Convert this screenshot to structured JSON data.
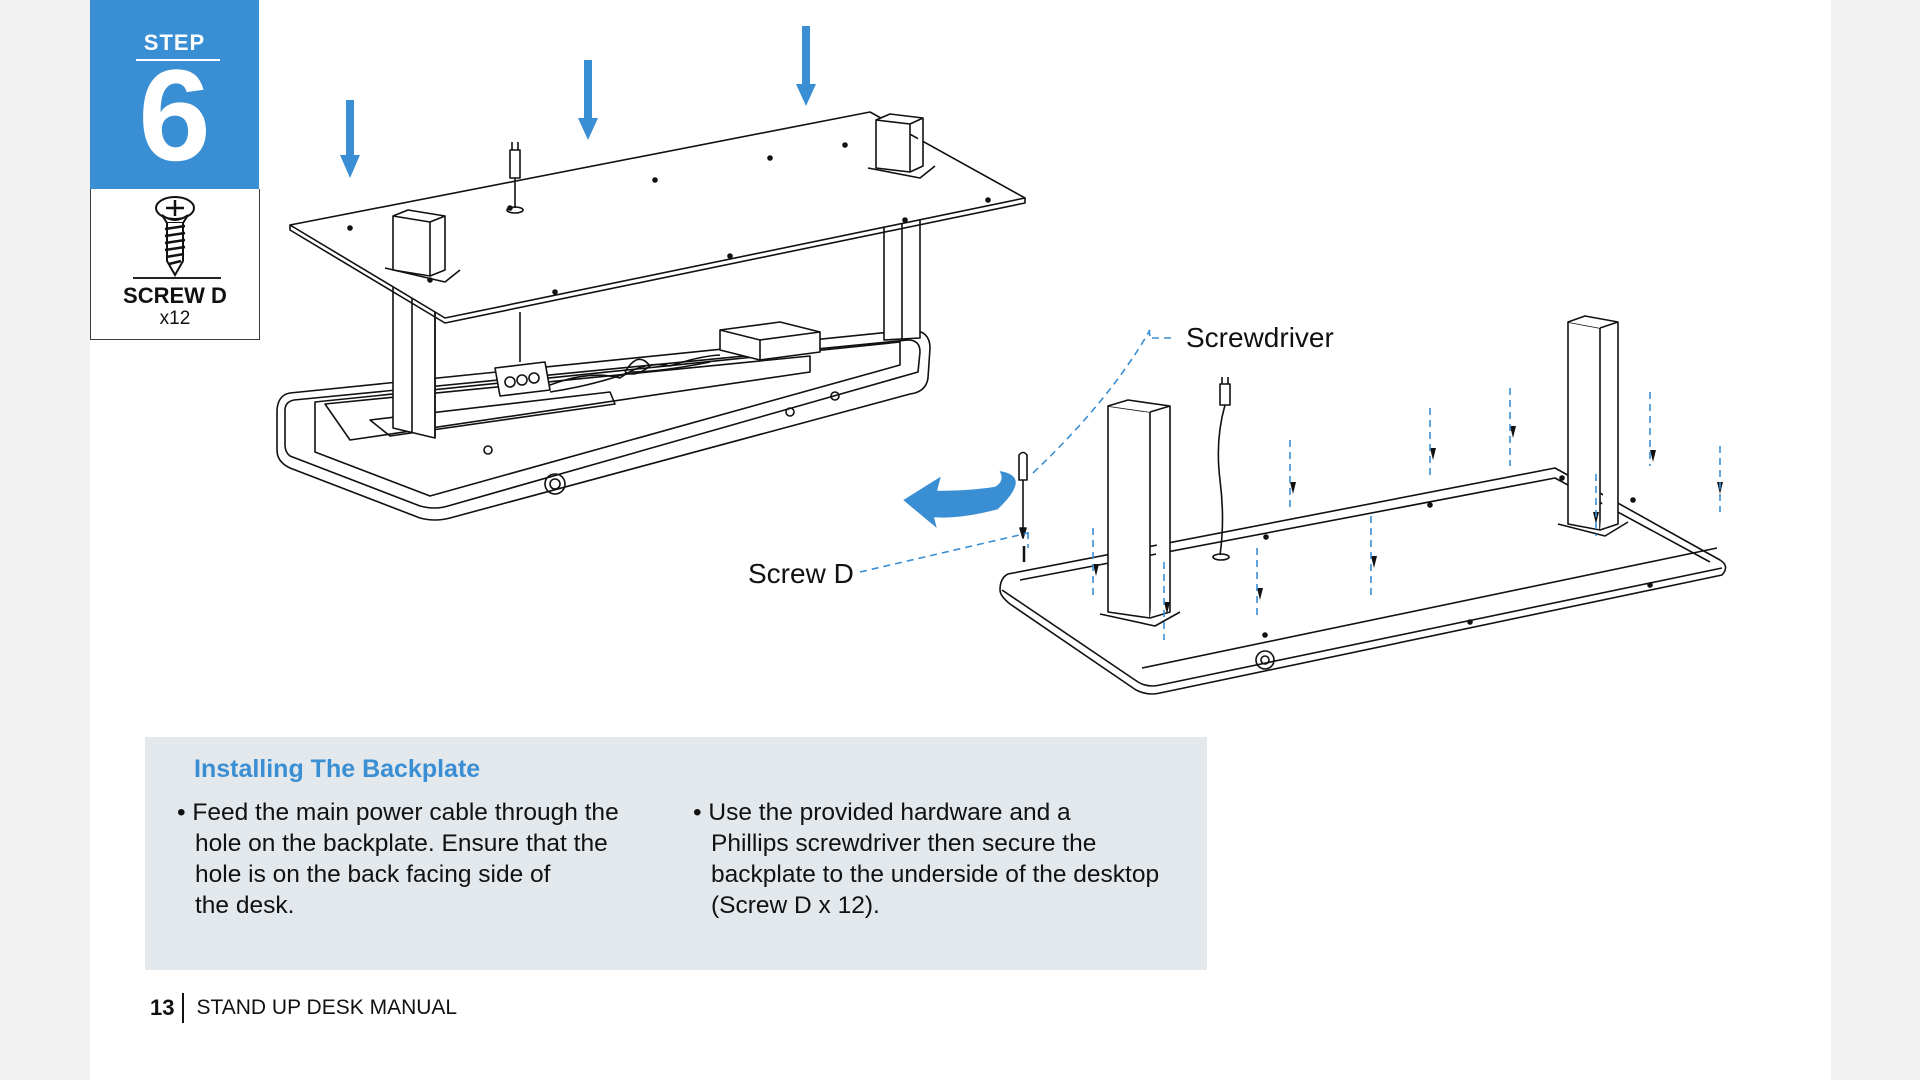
{
  "step": {
    "label": "STEP",
    "number": "6",
    "hardware_name": "SCREW D",
    "hardware_qty": "x12"
  },
  "callouts": {
    "screwdriver": "Screwdriver",
    "screw": "Screw D"
  },
  "instructions": {
    "title": "Installing The Backplate",
    "bullets": [
      {
        "lines": [
          "Feed the main power cable through the",
          "hole on the backplate. Ensure that the",
          "hole is on the back facing side of",
          "the desk."
        ]
      },
      {
        "lines": [
          "Use the provided hardware and a",
          "Phillips screwdriver then secure the",
          "backplate to the underside of the desktop",
          "(Screw D x 12)."
        ]
      }
    ]
  },
  "footer": {
    "page_number": "13",
    "title": "STAND UP DESK MANUAL"
  },
  "colors": {
    "accent": "#3a8fd4",
    "panel": "#e3e8ec"
  }
}
